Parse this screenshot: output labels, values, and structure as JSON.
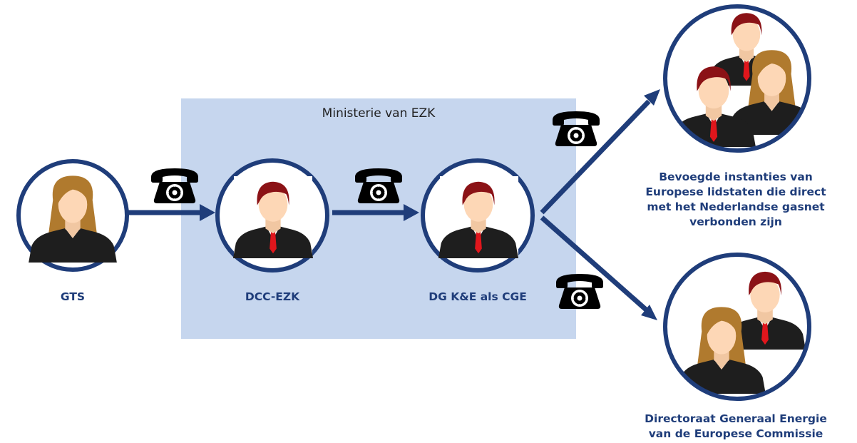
{
  "region": {
    "title": "Ministerie van EZK"
  },
  "nodes": {
    "gts": {
      "label": "GTS"
    },
    "dcc": {
      "label": "DCC-EZK"
    },
    "dg": {
      "label": "DG K&E als CGE"
    },
    "member_states": {
      "label_lines": [
        "Bevoegde instanties van",
        "Europese lidstaten die direct",
        "met het Nederlandse gasnet",
        "verbonden zijn"
      ]
    },
    "commission": {
      "label_lines": [
        "Directoraat Generaal Energie",
        "van de Europese Commissie"
      ]
    }
  },
  "colors": {
    "navy": "#1f3d7a",
    "region_fill": "#c6d6ee",
    "skin": "#fdd7b6",
    "male_hair": "#8b1216",
    "female_hair": "#b07a2e",
    "suit": "#1e1e1e",
    "tie": "#e0161c"
  },
  "icons": [
    "telephone-icon",
    "person-icon",
    "group-icon",
    "arrow-icon"
  ]
}
